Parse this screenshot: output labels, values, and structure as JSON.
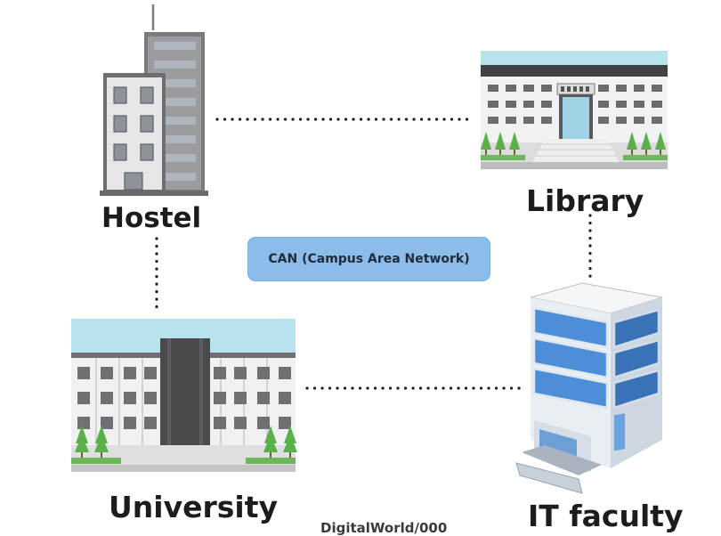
{
  "diagram": {
    "nodes": [
      {
        "id": "hostel",
        "label": "Hostel",
        "icon": "hostel-building-icon"
      },
      {
        "id": "library",
        "label": "Library",
        "icon": "library-building-icon"
      },
      {
        "id": "university",
        "label": "University",
        "icon": "university-building-icon"
      },
      {
        "id": "it_faculty",
        "label": "IT faculty",
        "icon": "it-faculty-building-icon"
      }
    ],
    "center_label": "CAN (Campus Area Network)",
    "links": [
      {
        "from": "hostel",
        "to": "library",
        "style": "dotted"
      },
      {
        "from": "hostel",
        "to": "university",
        "style": "dotted"
      },
      {
        "from": "library",
        "to": "it_faculty",
        "style": "dotted"
      },
      {
        "from": "university",
        "to": "it_faculty",
        "style": "dotted"
      }
    ],
    "watermark": "DigitalWorld/000"
  },
  "colors": {
    "badge": "#8cbcea",
    "sky": "#b9e3ec",
    "building_gray": "#707072",
    "glass_blue": "#4f8fd8",
    "tree_green": "#5ab04a"
  }
}
